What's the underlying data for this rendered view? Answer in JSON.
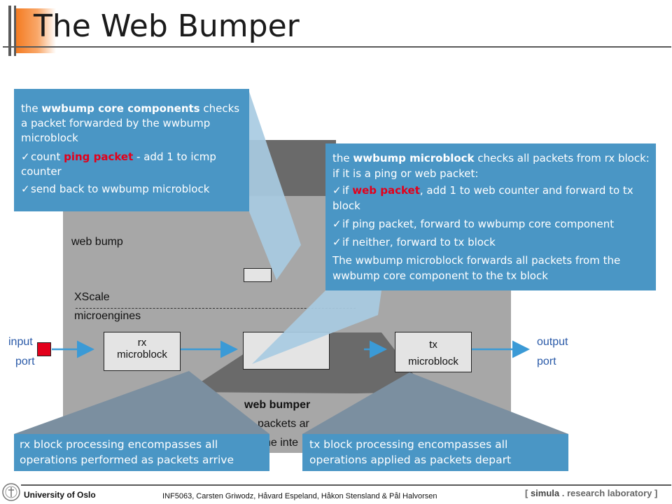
{
  "slide": {
    "title": "The Web Bumper"
  },
  "diagram": {
    "xscale_label": "XScale",
    "microengines_label": "microengines",
    "web_bump_partial": "web bump",
    "input_label_1": "input",
    "input_label_2": "port",
    "output_label_1": "output",
    "output_label_2": "port",
    "rx_label_1": "rx",
    "rx_label_2": "microblock",
    "tx_label_1": "tx",
    "tx_label_2": "microblock",
    "web_bumper_label": "web bumper",
    "partial_line_1": "packets ar",
    "partial_line_2": "he inte"
  },
  "callout_core": {
    "line1_pre": "the ",
    "line1_bold": "wwbump core components",
    "line1_post": " checks a  packet forwarded by the wwbump microblock",
    "item1_pre": "count ",
    "item1_red": "ping packet",
    "item1_post": " - add 1 to icmp counter",
    "item2": "send back to wwbump microblock"
  },
  "callout_micro": {
    "line1_pre": "the ",
    "line1_bold": "wwbump microblock",
    "line1_post": " checks all packets from rx block: if it is a ping or web packet:",
    "item1_pre": "if ",
    "item1_red": "web packet",
    "item1_post": ", add 1 to web counter and forward to tx block",
    "item2": "if ping packet, forward to wwbump core component",
    "item3": "if neither, forward to tx block",
    "closing": "The wwbump microblock forwards all packets from the wwbump core component to the tx block"
  },
  "callout_rx": {
    "text": "rx block processing encompasses all operations performed as packets arrive"
  },
  "callout_tx": {
    "text": "tx block processing encompasses all operations applied as packets depart"
  },
  "footer": {
    "university": "University of Oslo",
    "authors": "INF5063, Carsten Griwodz, Håvard Espeland, Håkon Stensland & Pål Halvorsen",
    "lab_open": "[ ",
    "lab_simula": "simula",
    "lab_rest": " . research laboratory ",
    "lab_close": "]"
  },
  "colors": {
    "callout_bg": "#4a96c5",
    "accent_orange": "#f47a20",
    "highlight_red": "#e3001b",
    "diagram_gray": "#a7a7a7",
    "dark_gray": "#6a6a6a"
  }
}
